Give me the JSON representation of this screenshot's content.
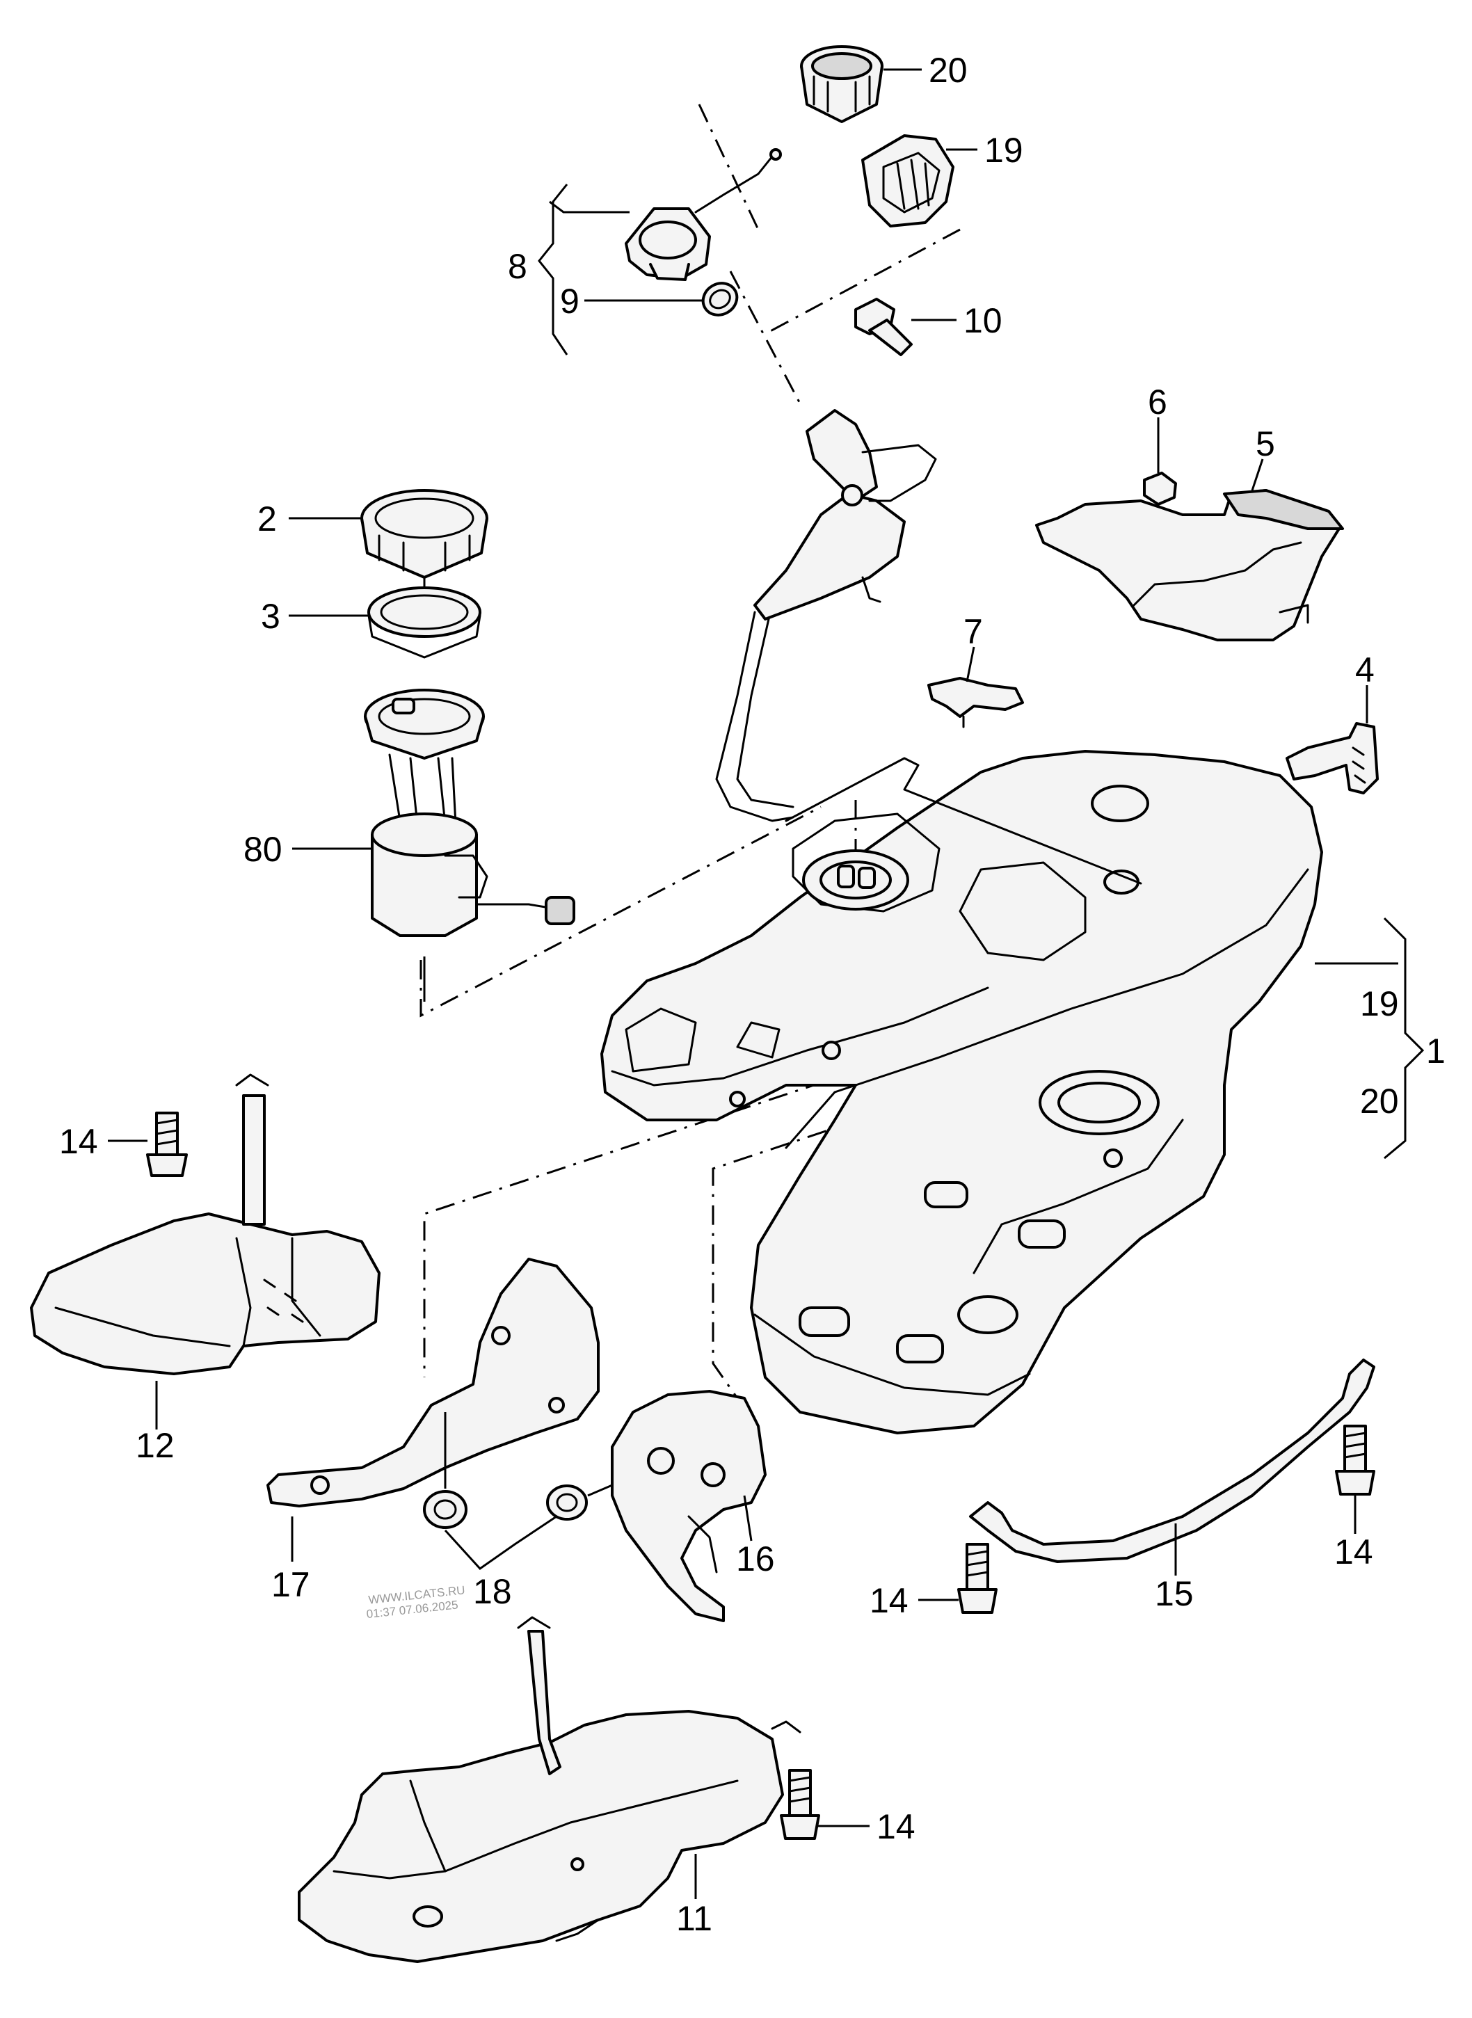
{
  "callouts": {
    "c20_top": "20",
    "c19_top": "19",
    "c8": "8",
    "c9": "9",
    "c10": "10",
    "c6": "6",
    "c5": "5",
    "c2": "2",
    "c3": "3",
    "c7": "7",
    "c4": "4",
    "c80": "80",
    "c19_side": "19",
    "c20_side": "20",
    "c1": "1",
    "c14_left": "14",
    "c12": "12",
    "c17": "17",
    "c18": "18",
    "c16": "16",
    "c14_mid": "14",
    "c15": "15",
    "c14_right": "14",
    "c14_bottom": "14",
    "c11": "11"
  },
  "watermark": {
    "line1": "WWW.ILCATS.RU",
    "line2": "01:37 07.06.2025"
  }
}
